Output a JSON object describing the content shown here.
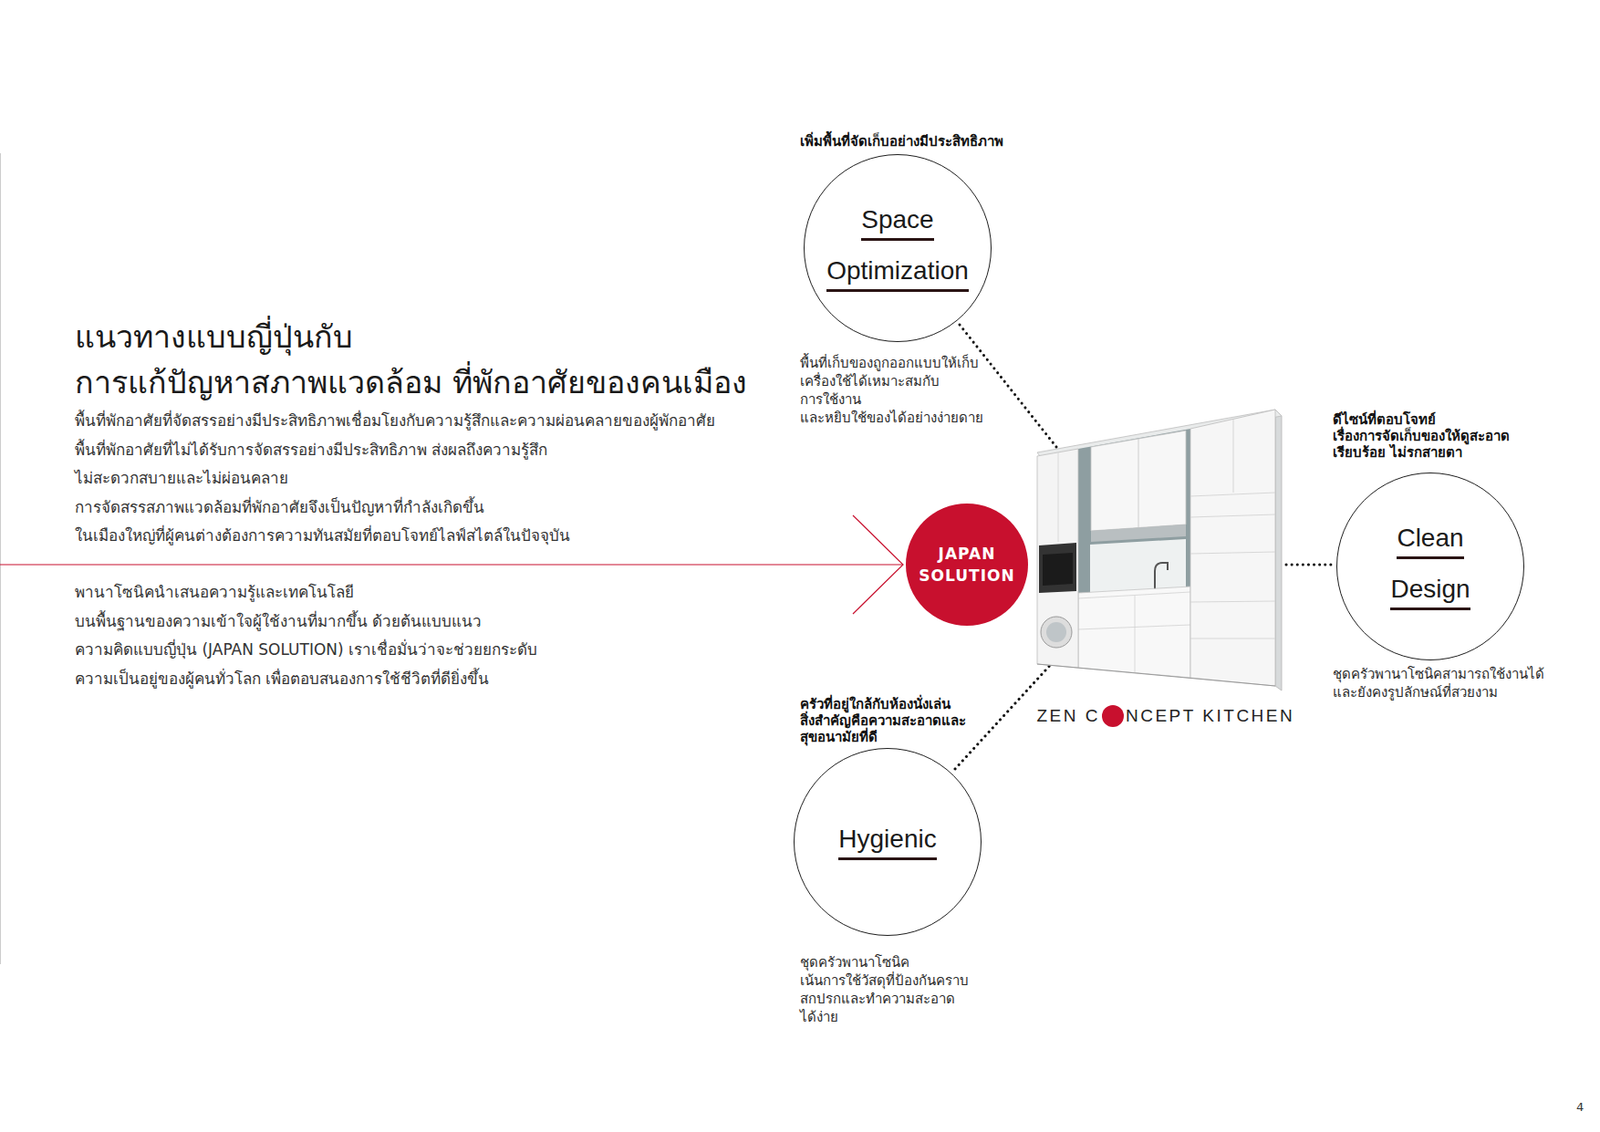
{
  "diagram": {
    "title": "แนวทางแบบญี่ปุ่นกับ การแก้ปัญหาสภาพแวดล้อม ที่พักอาศัยของคนเมือง",
    "nodes": [
      {
        "text": [
          "เพิ่มพื้นที่จัดเก็บอย่างมีประสิทธิภาพ",
          "Space Optimization",
          "พื้นที่เก็บของถูกออกแบบให้เก็บ เครื่องใช้ได้เหมาะสมกับ การใช้งาน และหยิบใช้ของได้อย่างง่ายดาย"
        ]
      },
      {
        "text": [
          "JAPAN SOLUTION"
        ]
      },
      {
        "text": [
          "ดีไซน์ที่ตอบโจทย์ เรื่องการจัดเก็บของให้ดูสะอาด เรียบร้อย ไม่รกสายตา",
          "Clean Design",
          "ชุดครัวพานาโซนิคสามารถใช้งานได้ และยังคงรูปลักษณ์ที่สวยงาม"
        ]
      },
      {
        "text": [
          "ครัวที่อยู่ใกล้กับห้องนั่งเล่น สิ่งสำคัญคือความสะอาดและ สุขอนามัยที่ดี",
          "Hygienic",
          "ชุดครัวพานาโซนิค เน้นการใช้วัสดุที่ป้องกันคราบ สกปรกและทำความสะอาด ได้ง่าย"
        ]
      }
    ],
    "labels": [
      "พื้นที่พักอาศัยที่จัดสรรอย่างมีประสิทธิภาพเชื่อมโยงกับความรู้สึกและความผ่อนคลายของผู้พักอาศัย พื้นที่พักอาศัยที่ไม่ได้รับการจัดสรรอย่างมีประสิทธิภาพ ส่งผลถึงความรู้สึก ไม่สะดวกสบายและไม่ผ่อนคลาย การจัดสรรสภาพแวดล้อมที่พักอาศัยจึงเป็นปัญหาที่กำลังเกิดขึ้น ในเมืองใหญ่ที่ผู้คนต่างต้องการความทันสมัยที่ตอบโจทย์ไลฟ์สไตล์ในปัจจุบัน",
      "พานาโซนิคนำเสนอความรู้และเทคโนโลยี บนพื้นฐานของความเข้าใจผู้ใช้งานที่มากขึ้น ด้วยต้นแบบแนว ความคิดแบบญี่ปุ่น (JAPAN SOLUTION) เราเชื่อมั่นว่าจะช่วยยกระดับ ความเป็นอยู่ของผู้คนทั่วโลก เพื่อตอบสนองการใช้ชีวิตที่ดียิ่งขึ้น",
      "ZEN C",
      "NCEPT KITCHEN",
      "4"
    ]
  }
}
